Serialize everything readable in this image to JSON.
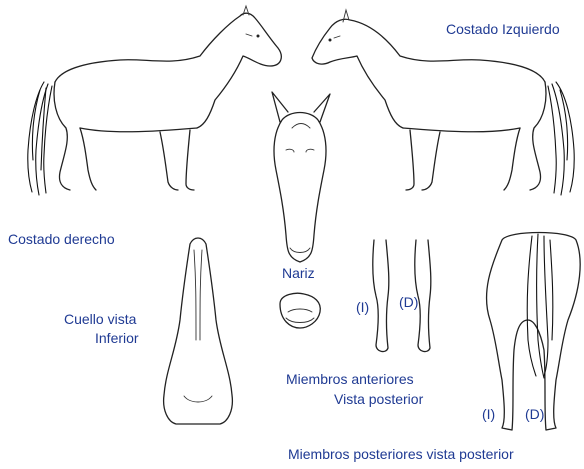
{
  "labels": {
    "left_side": "Costado derecho",
    "right_side": "Costado Izquierdo",
    "nose": "Nariz",
    "neck_line1": "Cuello vista",
    "neck_line2": "Inferior",
    "fore_line1": "Miembros anteriores",
    "fore_line2": "Vista posterior",
    "fore_left": "(I)",
    "fore_right": "(D)",
    "hind_left": "(I)",
    "hind_right": "(D)",
    "hind_caption": "Miembros posteriores vista posterior"
  },
  "colors": {
    "label": "#1f3a93",
    "ink": "#222222"
  }
}
